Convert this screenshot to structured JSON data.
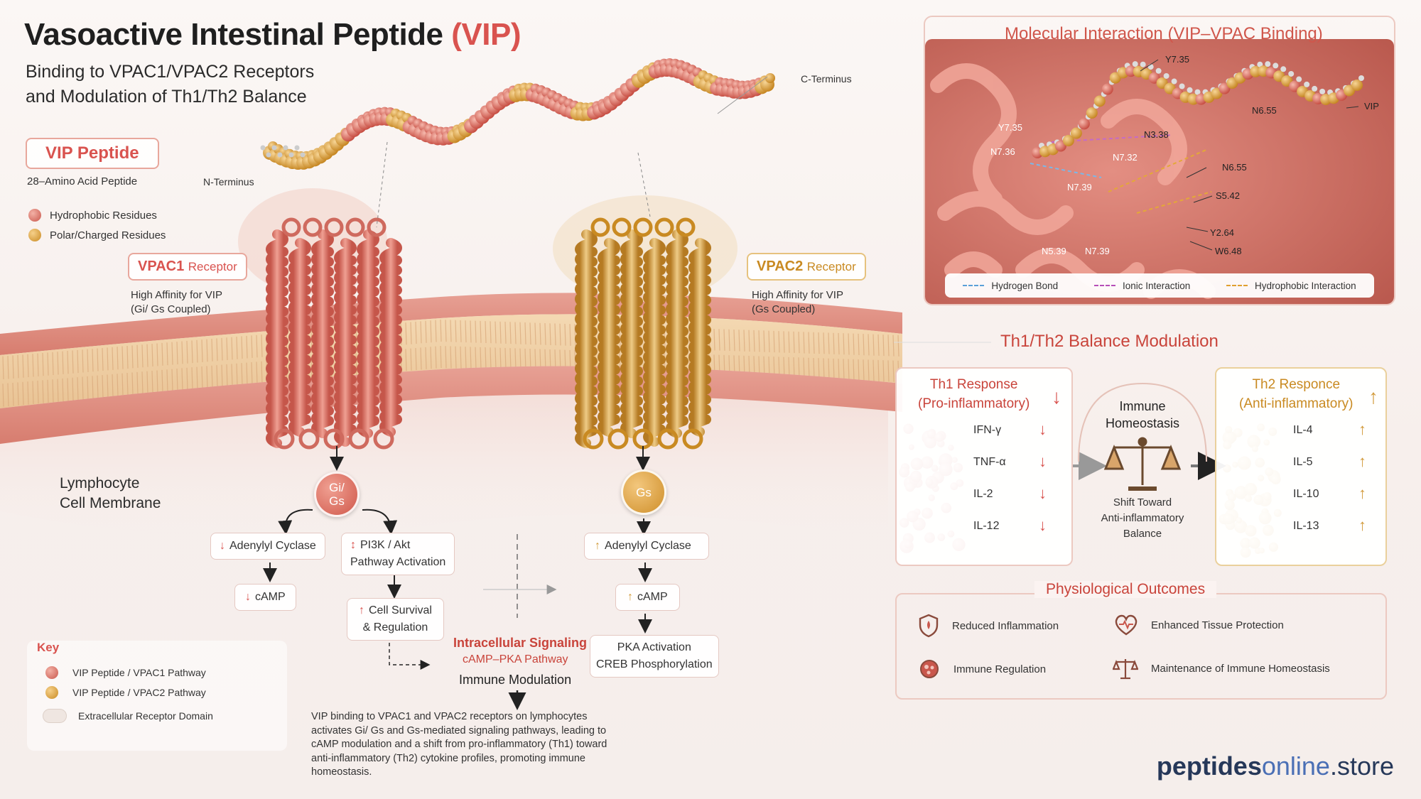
{
  "title": {
    "main": "Vasoactive Intestinal Peptide",
    "accent": "(VIP)"
  },
  "subtitle": {
    "line1": "Binding to VPAC1/VPAC2 Receptors",
    "line2": "and Modulation of Th1/Th2 Balance"
  },
  "peptide": {
    "label": "VIP Peptide",
    "description": "28–Amino Acid Peptide",
    "n_terminus": "N-Terminus",
    "c_terminus": "C-Terminus",
    "legend": [
      "Hydrophobic Residues",
      "Polar/Charged Residues"
    ]
  },
  "receptors": {
    "vpac1": {
      "name": "VPAC1",
      "suffix": "Receptor",
      "note1": "High Affinity for VIP",
      "note2": "(Gi/ Gs Coupled)"
    },
    "vpac2": {
      "name": "VPAC2",
      "suffix": "Receptor",
      "note1": "High Affinity for VIP",
      "note2": "(Gs Coupled)"
    }
  },
  "membrane": {
    "line1": "Lymphocyte",
    "line2": "Cell Membrane"
  },
  "signaling": {
    "gi_gs": {
      "line1": "Gi/",
      "line2": "Gs"
    },
    "gs": "Gs",
    "left": {
      "adenylyl": "Adenylyl Cyclase",
      "camp": "cAMP",
      "pi3k_line1": "PI3K / Akt",
      "pi3k_line2": "Pathway Activation",
      "survival_line1": "Cell Survival",
      "survival_line2": "& Regulation"
    },
    "right": {
      "adenylyl": "Adenylyl Cyclase",
      "camp": "cAMP",
      "pka_line1": "PKA Activation",
      "pka_line2": "CREB Phosphorylation"
    },
    "center": {
      "title": "Intracellular Signaling",
      "pathway": "cAMP–PKA Pathway",
      "modulation": "Immune Modulation"
    }
  },
  "key": {
    "title": "Key",
    "items": [
      "VIP Peptide / VPAC1 Pathway",
      "VIP Peptide / VPAC2 Pathway",
      "Extracellular Receptor Domain"
    ]
  },
  "description": "VIP binding to VPAC1 and VPAC2 receptors on lymphocytes activates Gi/ Gs and Gs-mediated signaling pathways, leading to cAMP modulation and a shift from pro-inflammatory (Th1) toward anti-inflammatory (Th2) cytokine profiles, promoting immune homeostasis.",
  "molecular": {
    "title": "Molecular Interaction (VIP–VPAC Binding)",
    "labels": [
      "Y7.35",
      "VIP",
      "N6.55",
      "N3.38",
      "Y7.35",
      "N7.36",
      "N7.32",
      "N7.39",
      "N6.55",
      "S5.42",
      "Y2.64",
      "W6.48",
      "N5.39",
      "N7.39"
    ],
    "legend": [
      "Hydrogen Bond",
      "Ionic Interaction",
      "Hydrophobic Interaction"
    ]
  },
  "balance": {
    "title": "Th1/Th2 Balance Modulation",
    "th1": {
      "line1": "Th1 Response",
      "line2": "(Pro-inflammatory)",
      "cytokines": [
        "IFN-γ",
        "TNF-α",
        "IL-2",
        "IL-12"
      ]
    },
    "homeostasis": {
      "line1": "Immune",
      "line2": "Homeostasis",
      "sub1": "Shift Toward",
      "sub2": "Anti-inflammatory",
      "sub3": "Balance"
    },
    "th2": {
      "line1": "Th2 Responce",
      "line2": "(Anti-inflammatory)",
      "cytokines": [
        "IL-4",
        "IL-5",
        "IL-10",
        "IL-13"
      ]
    }
  },
  "outcomes": {
    "title": "Physiological Outcomes",
    "items": [
      "Reduced Inflammation",
      "Enhanced Tissue Protection",
      "Immune Regulation",
      "Maintenance of Immune Homeostasis"
    ]
  },
  "brand": {
    "part1": "peptides",
    "part2": "online",
    "part3": ".store"
  },
  "colors": {
    "accent_red": "#d9534f",
    "accent_gold": "#c98a22",
    "brand_navy": "#263859"
  }
}
